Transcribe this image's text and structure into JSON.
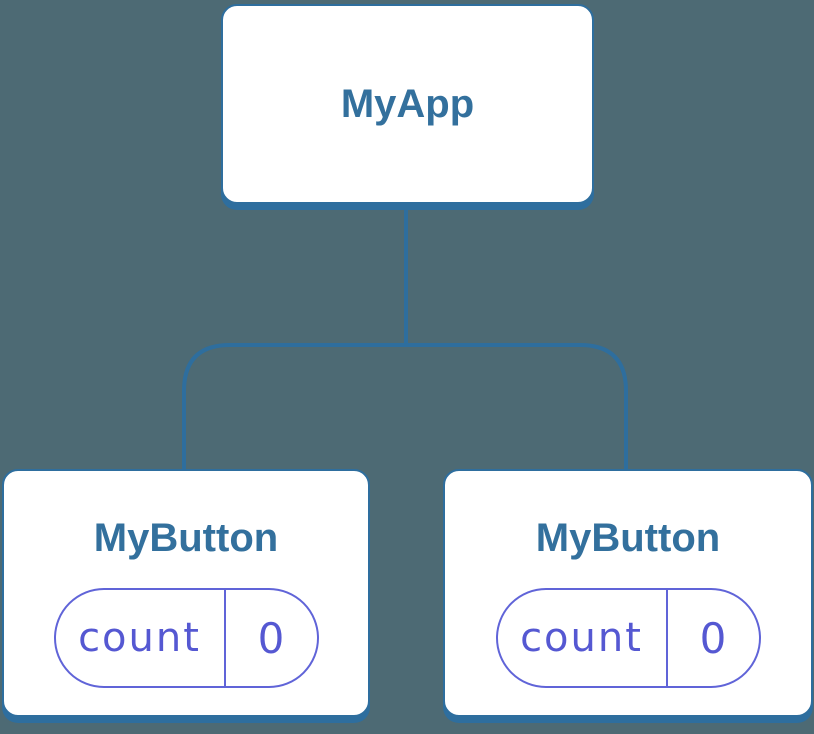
{
  "diagram": {
    "description": "Component tree with a parent app node and two button child nodes each holding state",
    "root": {
      "title": "MyApp"
    },
    "children": [
      {
        "title": "MyButton",
        "state": {
          "label": "count",
          "value": "0"
        }
      },
      {
        "title": "MyButton",
        "state": {
          "label": "count",
          "value": "0"
        }
      }
    ]
  },
  "colors": {
    "background": "#4d6a74",
    "card_background": "#ffffff",
    "connector_stroke": "#2e6e9e",
    "card_border": "#2e6e9e",
    "title_text": "#33709d",
    "state_border": "#6064d8",
    "state_text": "#5558d2"
  }
}
